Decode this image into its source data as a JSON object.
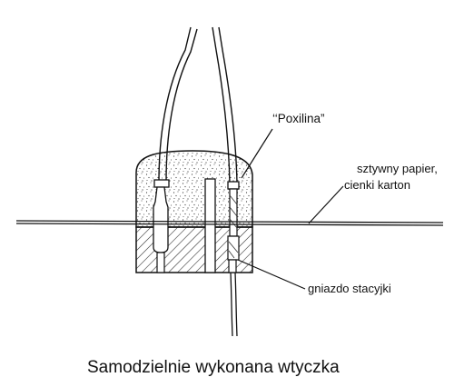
{
  "labels": {
    "poxilina": "‘‘Poxilina”",
    "paper_line1": "sztywny papier,",
    "paper_line2": "cienki karton",
    "socket": "gniazdo stacyjki"
  },
  "caption": "Samodzielnie wykonana wtyczka",
  "colors": {
    "ink": "#111111",
    "background": "#ffffff"
  }
}
